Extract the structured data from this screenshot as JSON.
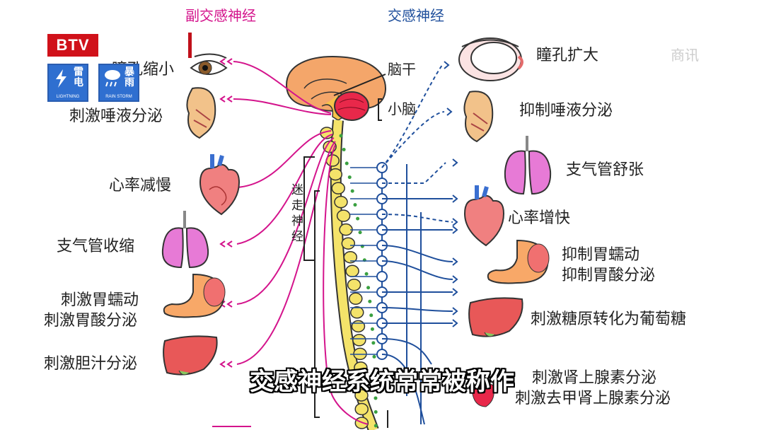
{
  "titles": {
    "parasympathetic": "副交感神经",
    "sympathetic": "交感神经"
  },
  "colors": {
    "parasympathetic": "#d4148c",
    "sympathetic": "#1f4f9c",
    "spine": "#f4e36a",
    "brain": "#f4a66a",
    "cerebellum": "#e8284a",
    "logo": "#d0111a",
    "warning": "#2f6fd0"
  },
  "brain_labels": {
    "brainstem": "脑干",
    "cerebellum": "小脑",
    "vagus": "迷走神经"
  },
  "left_effects": [
    {
      "text": "瞳孔缩小",
      "organ": "eye-icon"
    },
    {
      "text": "刺激唾液分泌",
      "organ": "salivary-gland-icon"
    },
    {
      "text": "心率减慢",
      "organ": "heart-icon"
    },
    {
      "text": "支气管收缩",
      "organ": "lungs-icon"
    },
    {
      "text": "刺激胃蠕动",
      "organ": "stomach-icon"
    },
    {
      "text": "刺激胃酸分泌",
      "organ": "stomach-icon"
    },
    {
      "text": "刺激胆汁分泌",
      "organ": "liver-icon"
    }
  ],
  "right_effects": [
    {
      "text": "瞳孔扩大",
      "organ": "eye-icon"
    },
    {
      "text": "抑制唾液分泌",
      "organ": "salivary-gland-icon"
    },
    {
      "text": "支气管舒张",
      "organ": "lungs-icon"
    },
    {
      "text": "心率增快",
      "organ": "heart-icon"
    },
    {
      "text": "抑制胃蠕动",
      "organ": "stomach-icon"
    },
    {
      "text": "抑制胃酸分泌",
      "organ": "stomach-icon"
    },
    {
      "text": "刺激糖原转化为葡萄糖",
      "organ": "liver-icon"
    },
    {
      "text": "刺激肾上腺素分泌",
      "organ": "adrenal-icon"
    },
    {
      "text": "刺激去甲肾上腺素分泌",
      "organ": "kidney-icon"
    }
  ],
  "overlay": {
    "logo": "BTV",
    "warnings": [
      {
        "big": "雷电",
        "small": "LIGHTNING",
        "icon": "lightning-icon"
      },
      {
        "big": "暴雨",
        "small": "RAIN STORM",
        "icon": "rain-icon"
      }
    ],
    "watermark": "商讯",
    "subtitle": "交感神经系统常常被称作"
  }
}
